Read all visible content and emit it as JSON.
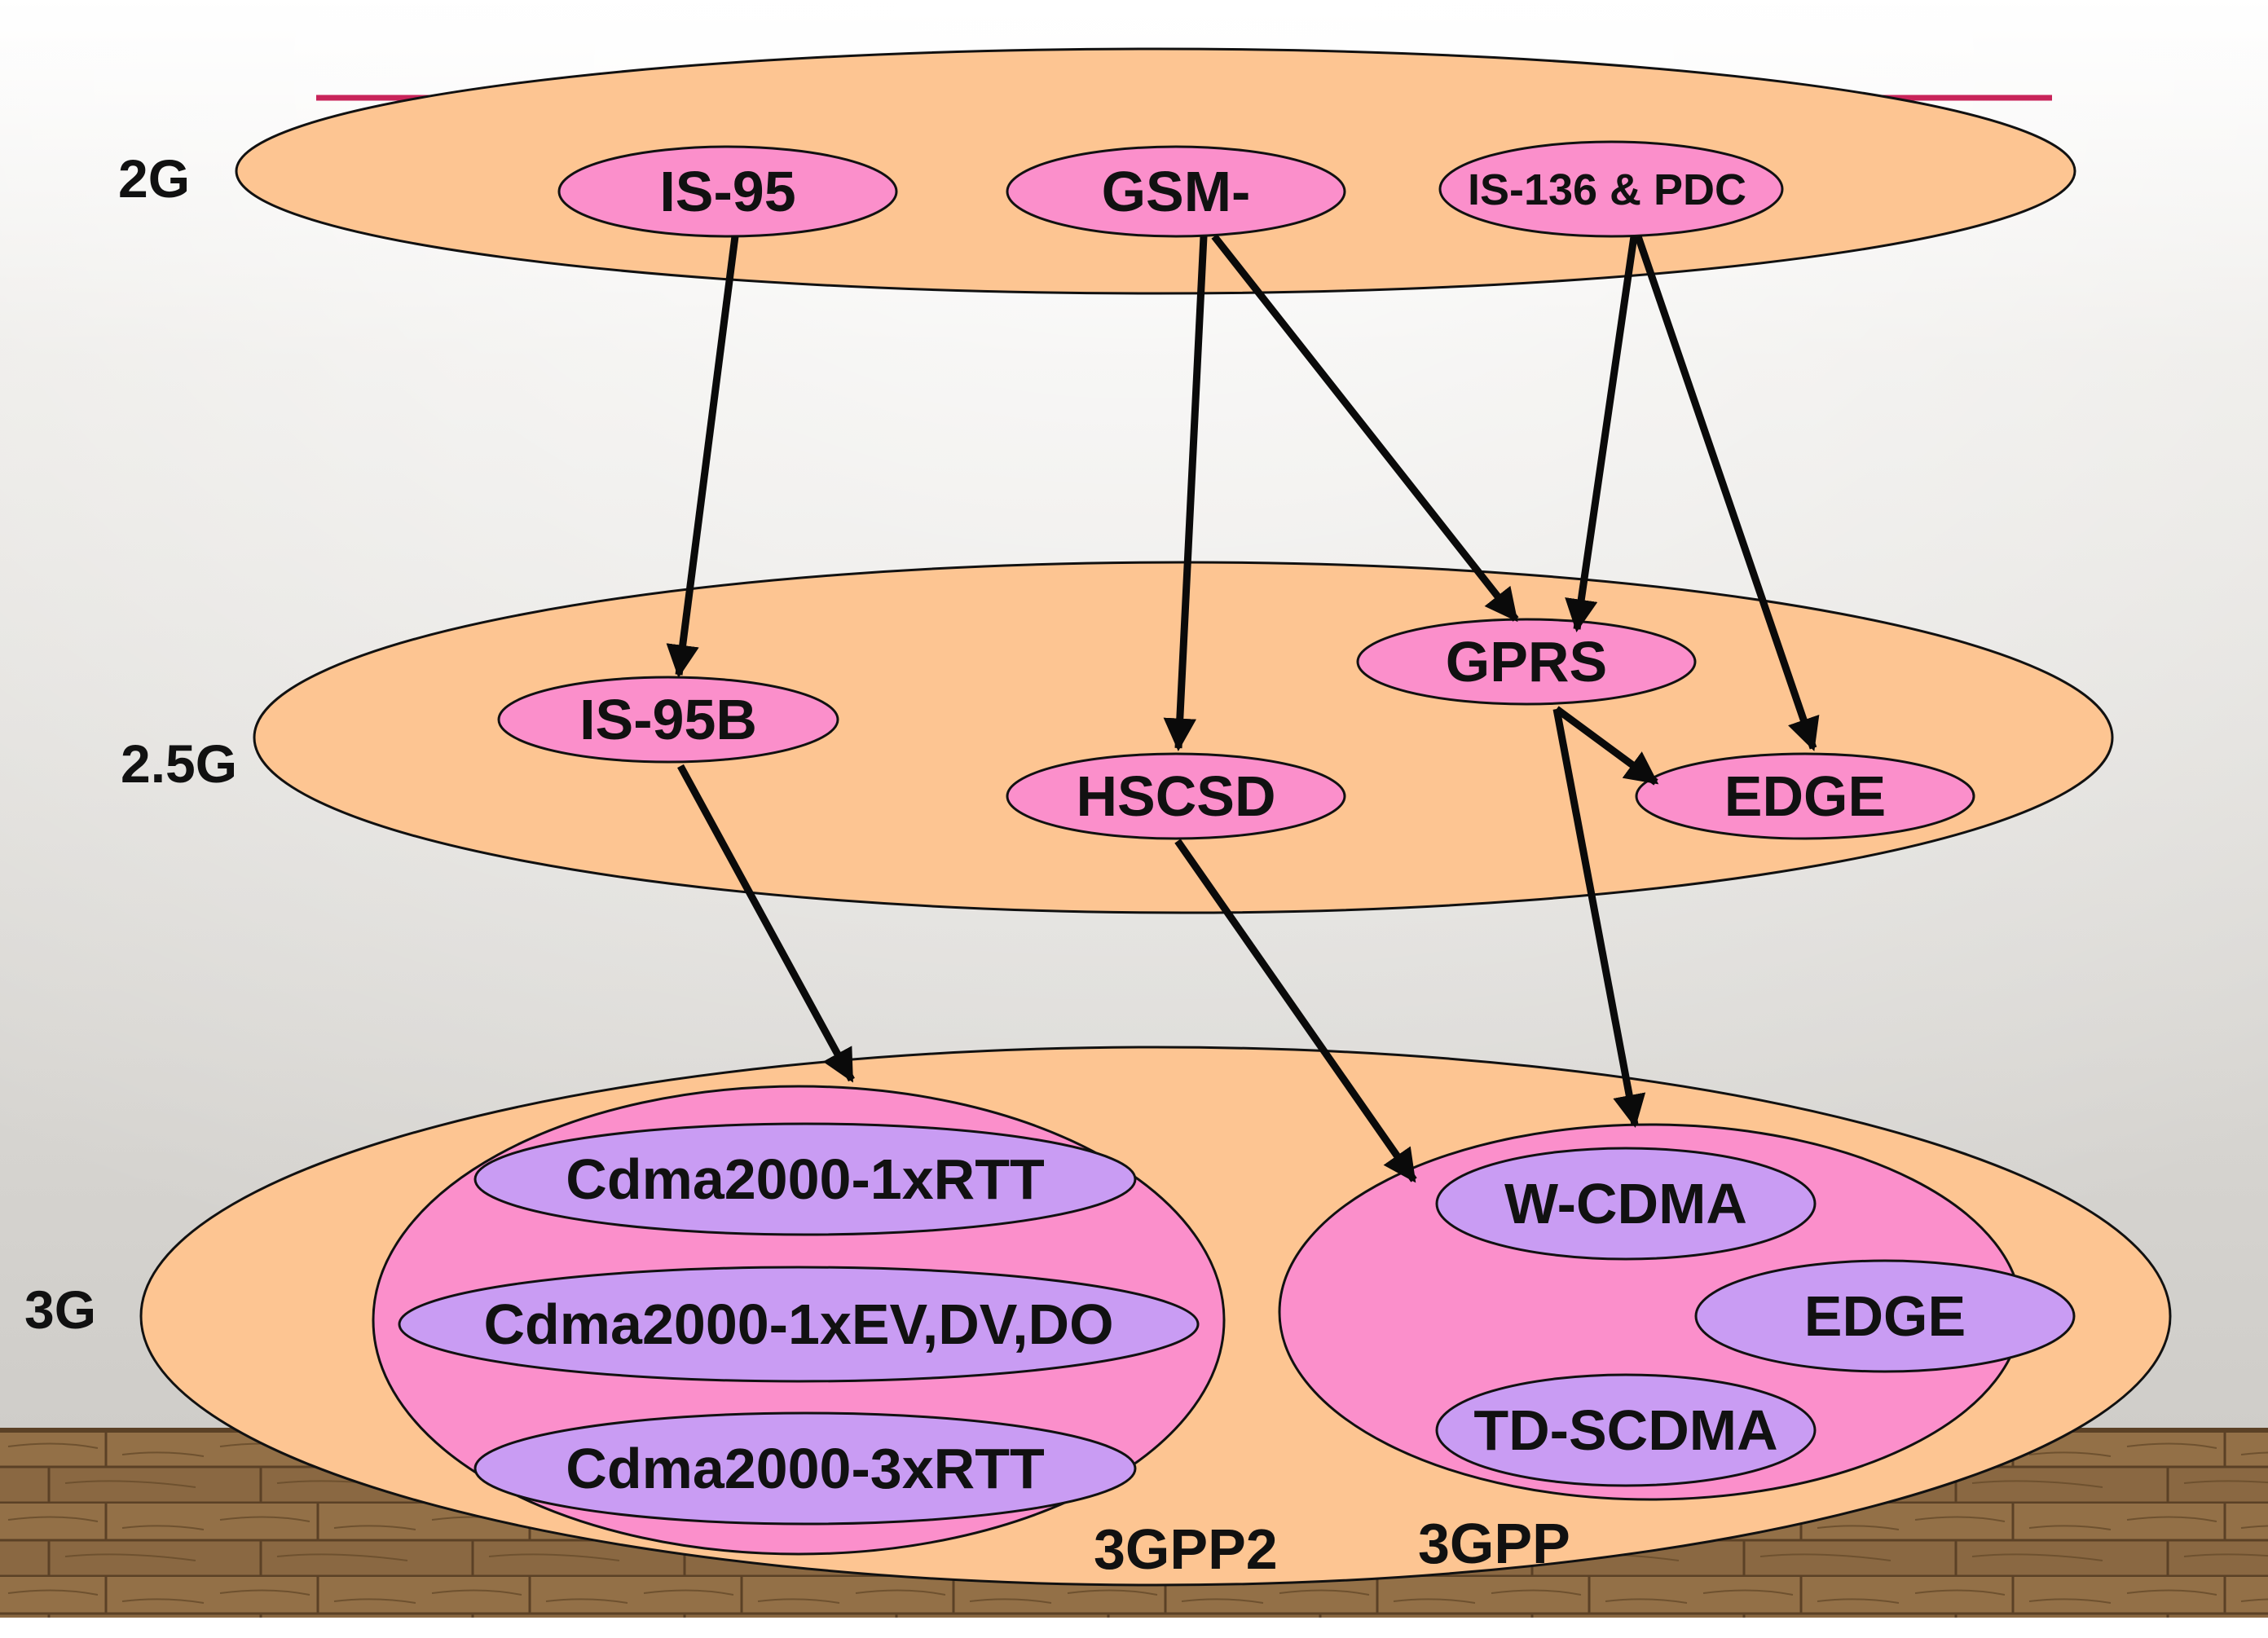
{
  "colors": {
    "wall_top": "#ffffff",
    "wall_mid": "#dedcd8",
    "wall_bottom": "#cfcdc9",
    "floor": "#8a6842",
    "floor_dark": "#6e512f",
    "generation_band": "#fdc592",
    "tech_node": "#fb8fcb",
    "group_region": "#fb8fcb",
    "sub_tech_node": "#c99cf3",
    "stroke": "#111111",
    "accent_line": "#c8245a",
    "arrow": "#0a0a0a"
  },
  "generations": {
    "g2": "2G",
    "g25": "2.5G",
    "g3": "3G"
  },
  "nodes": {
    "is95": "IS-95",
    "gsm": "GSM-",
    "is136": "IS-136 & PDC",
    "is95b": "IS-95B",
    "gprs": "GPRS",
    "hscsd": "HSCSD",
    "edge25": "EDGE",
    "cdma1x": "Cdma2000-1xRTT",
    "cdmaev": "Cdma2000-1xEV,DV,DO",
    "cdma3x": "Cdma2000-3xRTT",
    "wcdma": "W-CDMA",
    "edge3g": "EDGE",
    "tdscdma": "TD-SCDMA"
  },
  "groups": {
    "left": "3GPP2",
    "right": "3GPP"
  },
  "edges": [
    {
      "from": "IS-95",
      "to": "IS-95B"
    },
    {
      "from": "GSM-",
      "to": "HSCSD"
    },
    {
      "from": "GSM-",
      "to": "GPRS"
    },
    {
      "from": "IS-136 & PDC",
      "to": "GPRS"
    },
    {
      "from": "IS-136 & PDC",
      "to": "EDGE"
    },
    {
      "from": "GPRS",
      "to": "EDGE"
    },
    {
      "from": "IS-95B",
      "to": "3GPP2"
    },
    {
      "from": "HSCSD",
      "to": "3GPP"
    },
    {
      "from": "GPRS",
      "to": "3GPP"
    }
  ]
}
